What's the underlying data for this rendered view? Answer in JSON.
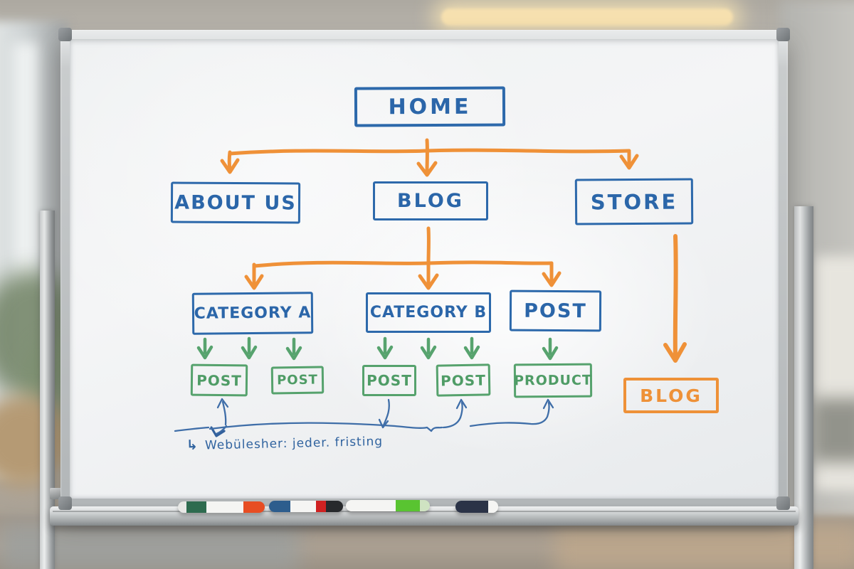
{
  "diagram": {
    "title_present": false,
    "nodes": [
      {
        "id": "home",
        "label": "HOME",
        "color": "blue"
      },
      {
        "id": "about-us",
        "label": "ABOUT US",
        "color": "blue"
      },
      {
        "id": "blog",
        "label": "BLOG",
        "color": "blue"
      },
      {
        "id": "store",
        "label": "STORE",
        "color": "blue"
      },
      {
        "id": "category-a",
        "label": "CATEGORY A",
        "color": "blue"
      },
      {
        "id": "category-b",
        "label": "CATEGORY B",
        "color": "blue"
      },
      {
        "id": "post-parent",
        "label": "POST",
        "color": "blue"
      },
      {
        "id": "post-a1",
        "label": "POST",
        "color": "green"
      },
      {
        "id": "post-a2",
        "label": "POST",
        "color": "green"
      },
      {
        "id": "post-b1",
        "label": "POST",
        "color": "green"
      },
      {
        "id": "post-b2",
        "label": "POST",
        "color": "green"
      },
      {
        "id": "product",
        "label": "PRODUCT",
        "color": "green"
      },
      {
        "id": "blog-2",
        "label": "BLOG",
        "color": "orange"
      }
    ],
    "connections": [
      "HOME -> ABOUT US",
      "HOME -> BLOG",
      "HOME -> STORE",
      "BLOG -> CATEGORY A",
      "BLOG -> CATEGORY B",
      "BLOG -> POST",
      "CATEGORY A -> POST",
      "CATEGORY A -> POST",
      "CATEGORY B -> POST",
      "CATEGORY B -> POST",
      "POST -> PRODUCT",
      "STORE -> BLOG",
      "posts/product -> note (blue pen annotation)"
    ],
    "note": {
      "prefix": "↳",
      "text": "Webülesher: jeder. fristing"
    },
    "colors": {
      "marker_blue": "#2d69ab",
      "marker_orange": "#ef9138",
      "marker_green": "#57a36e",
      "pen_blue": "#3f6ea8"
    }
  },
  "tray": {
    "marker_caps": [
      "dark-green",
      "red-orange",
      "blue",
      "red",
      "black",
      "lime-green",
      "navy"
    ]
  }
}
